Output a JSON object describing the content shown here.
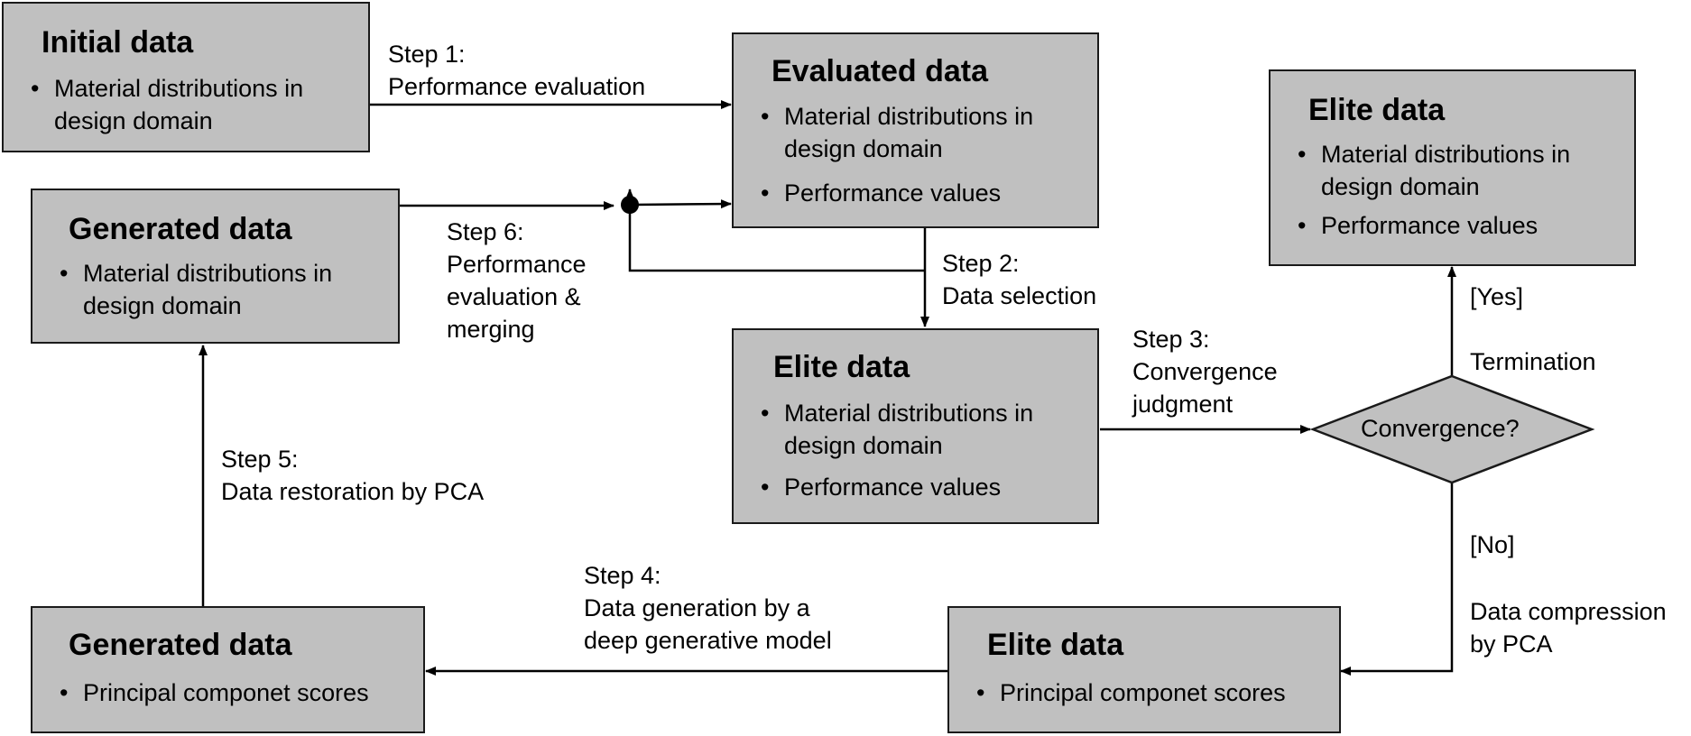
{
  "boxes": {
    "initial": {
      "title": "Initial data",
      "bullets": [
        {
          "line1": "Material distributions in",
          "line2": "design domain"
        }
      ]
    },
    "evaluated": {
      "title": "Evaluated data",
      "bullets": [
        {
          "line1": "Material distributions in",
          "line2": "design domain"
        },
        {
          "line1": "Performance values",
          "line2": ""
        }
      ]
    },
    "elite_top": {
      "title": "Elite data",
      "bullets": [
        {
          "line1": "Material distributions in",
          "line2": "design domain"
        },
        {
          "line1": "Performance values",
          "line2": ""
        }
      ]
    },
    "generated_top": {
      "title": "Generated data",
      "bullets": [
        {
          "line1": "Material distributions in",
          "line2": "design domain"
        }
      ]
    },
    "elite_mid": {
      "title": "Elite data",
      "bullets": [
        {
          "line1": "Material distributions in",
          "line2": "design domain"
        },
        {
          "line1": "Performance values",
          "line2": ""
        }
      ]
    },
    "generated_bottom": {
      "title": "Generated data",
      "bullets": [
        {
          "line1": "Principal componet scores",
          "line2": ""
        }
      ]
    },
    "elite_bottom": {
      "title": "Elite data",
      "bullets": [
        {
          "line1": "Principal componet scores",
          "line2": ""
        }
      ]
    }
  },
  "decision": {
    "label": "Convergence?"
  },
  "bullet_char": "•",
  "steps": {
    "step1": {
      "line1": "Step 1:",
      "line2": "Performance evaluation"
    },
    "step2": {
      "line1": "Step 2:",
      "line2": "Data selection"
    },
    "step3": {
      "line1": "Step 3:",
      "line2": "Convergence",
      "line3": "judgment"
    },
    "step4": {
      "line1": "Step 4:",
      "line2": "Data generation by a",
      "line3": "deep generative model"
    },
    "step5": {
      "line1": "Step 5:",
      "line2": "Data restoration by PCA"
    },
    "step6": {
      "line1": "Step 6:",
      "line2": "Performance",
      "line3": "evaluation &",
      "line4": "merging"
    }
  },
  "branches": {
    "yes": {
      "cond": "[Yes]",
      "action": "Termination"
    },
    "no": {
      "cond": "[No]",
      "action_line1": "Data compression",
      "action_line2": "by PCA"
    }
  },
  "colors": {
    "box_fill": "#c0c0c0",
    "stroke": "#1a1a1a",
    "background": "#ffffff"
  }
}
